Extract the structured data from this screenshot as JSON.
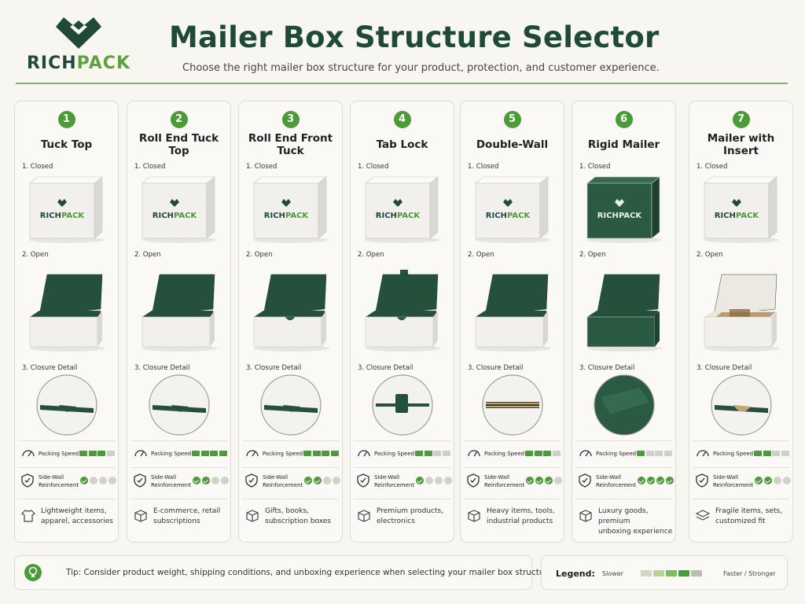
{
  "brand": {
    "name_part1": "RICH",
    "name_part2": "PACK",
    "box_logo_part1": "RICH",
    "box_logo_part2": "PACK"
  },
  "header": {
    "title": "Mailer Box Structure Selector",
    "subtitle": "Choose the right mailer box structure for your product, protection, and customer experience."
  },
  "stages": {
    "closed": "1. Closed",
    "open": "2. Open",
    "detail": "3. Closure Detail"
  },
  "metrics": {
    "speed_label": "Packing Speed",
    "wall_label_line1": "Side-Wall",
    "wall_label_line2": "Reinforcement"
  },
  "columns": [
    {
      "number": "1",
      "name": "Tuck Top",
      "packing_speed": 3,
      "side_wall_reinforcement": 1,
      "use_case_line1": "Lightweight items,",
      "use_case_line2": "apparel, accessories",
      "box_color": "white",
      "usecase_icon": "shirt-icon"
    },
    {
      "number": "2",
      "name": "Roll End Tuck Top",
      "packing_speed": 4,
      "side_wall_reinforcement": 2,
      "use_case_line1": "E-commerce, retail",
      "use_case_line2": "subscriptions",
      "box_color": "white",
      "usecase_icon": "box-icon"
    },
    {
      "number": "3",
      "name": "Roll End Front Tuck",
      "packing_speed": 4,
      "side_wall_reinforcement": 2,
      "use_case_line1": "Gifts, books,",
      "use_case_line2": "subscription boxes",
      "box_color": "white",
      "usecase_icon": "box-icon"
    },
    {
      "number": "4",
      "name": "Tab Lock",
      "packing_speed": 2,
      "side_wall_reinforcement": 1,
      "use_case_line1": "Premium products,",
      "use_case_line2": "electronics",
      "box_color": "white",
      "usecase_icon": "box-icon"
    },
    {
      "number": "5",
      "name": "Double-Wall",
      "packing_speed": 3,
      "side_wall_reinforcement": 3,
      "use_case_line1": "Heavy items, tools,",
      "use_case_line2": "industrial products",
      "box_color": "white",
      "usecase_icon": "box-icon"
    },
    {
      "number": "6",
      "name": "Rigid Mailer",
      "packing_speed": 1,
      "side_wall_reinforcement": 4,
      "use_case_line1": "Luxury goods, premium",
      "use_case_line2": "unboxing experience",
      "box_color": "green",
      "usecase_icon": "box-icon"
    },
    {
      "number": "7",
      "name": "Mailer with Insert",
      "packing_speed": 2,
      "side_wall_reinforcement": 2,
      "use_case_line1": "Fragile items, sets,",
      "use_case_line2": "customized fit",
      "box_color": "white",
      "usecase_icon": "layers-icon"
    }
  ],
  "tip": {
    "text": "Tip: Consider product weight, shipping conditions, and unboxing experience when selecting your mailer box structure."
  },
  "legend": {
    "title": "Legend:",
    "slower": "Slower",
    "faster": "Faster / Stronger",
    "scale_colors": [
      "#d3d3ca",
      "#b5d39a",
      "#7fbb5a",
      "#4b9b38",
      "#bcbcb4"
    ]
  },
  "colors": {
    "brand_dark": "#1f4a3a",
    "brand_green": "#4b9b38",
    "accent_light": "#5aa33b",
    "interior_green": "#24503c"
  }
}
